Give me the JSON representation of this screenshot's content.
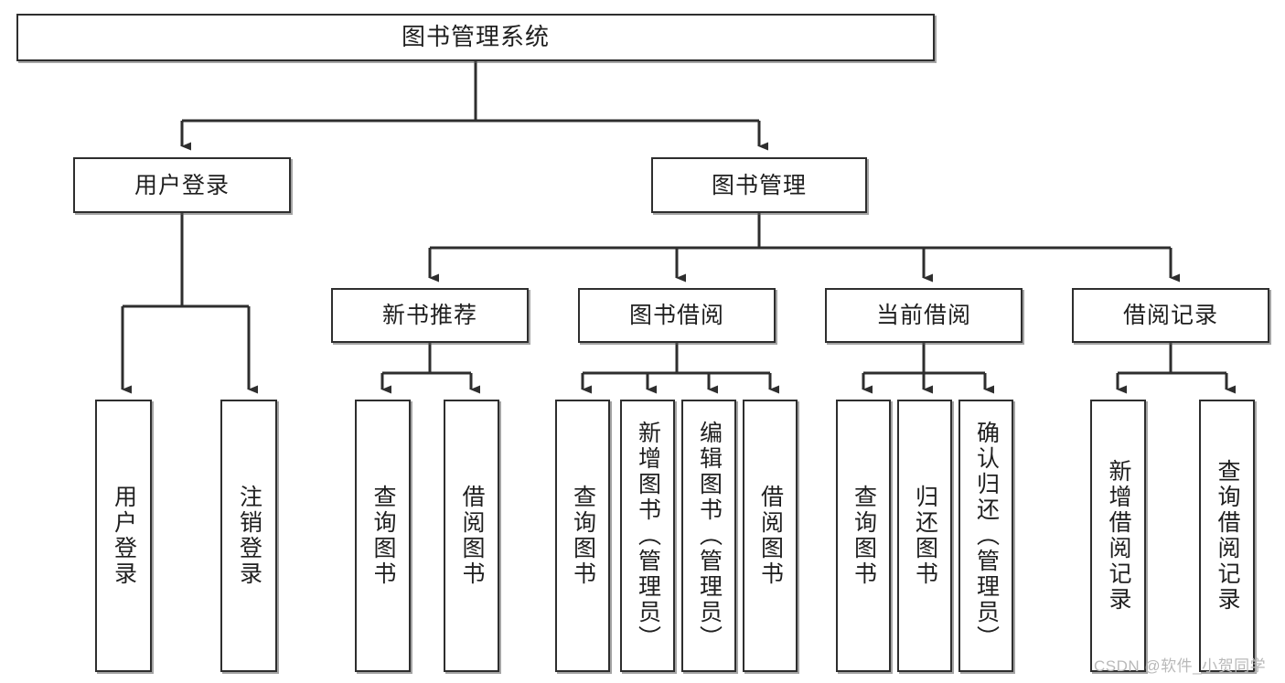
{
  "diagram": {
    "title": "图书管理系统",
    "watermark": "CSDN @软件_小贺同学",
    "colors": {
      "border": "#2e2e2e",
      "background": "#ffffff",
      "text": "#1f1f1f",
      "connector": "#2e2e2e",
      "watermark": "#b9b9b9"
    },
    "nodes": {
      "root": "图书管理系统",
      "level2": {
        "user_login": "用户登录",
        "book_manage": "图书管理"
      },
      "level3": {
        "new_book_recommend": "新书推荐",
        "book_borrow": "图书借阅",
        "current_borrow": "当前借阅",
        "borrow_record": "借阅记录"
      },
      "leaves": {
        "user_login_1": "用户登录",
        "user_login_2": "注销登录",
        "recommend_1": "查询图书",
        "recommend_2": "借阅图书",
        "borrow_1": "查询图书",
        "borrow_2": "新增图书（管理员）",
        "borrow_3": "编辑图书（管理员）",
        "borrow_4": "借阅图书",
        "current_1": "查询图书",
        "current_2": "归还图书",
        "current_3": "确认归还（管理员）",
        "record_1": "新增借阅记录",
        "record_2": "查询借阅记录"
      }
    }
  }
}
